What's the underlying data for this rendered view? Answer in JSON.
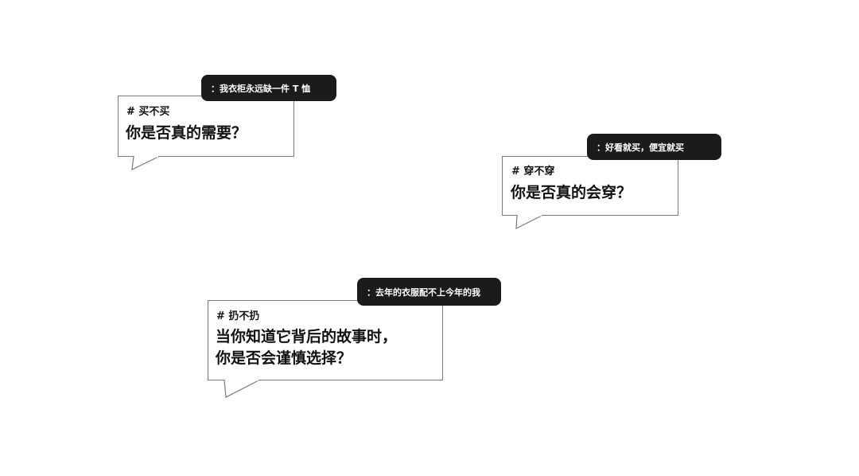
{
  "cards": [
    {
      "tag": "# 买不买",
      "question_lines": [
        "你是否真的需要？"
      ],
      "note": "：我衣柜永远缺一件 T 恤"
    },
    {
      "tag": "# 穿不穿",
      "question_lines": [
        "你是否真的会穿？"
      ],
      "note": "：好看就买，便宜就买"
    },
    {
      "tag": "# 扔不扔",
      "question_lines": [
        "当你知道它背后的故事时，",
        "你是否会谨慎选择？"
      ],
      "note": "：去年的衣服配不上今年的我"
    }
  ],
  "colors": {
    "background": "#ffffff",
    "bubble_border": "#7a7a7a",
    "pill_background": "#1b1b1b",
    "pill_text": "#ffffff",
    "text": "#111111"
  }
}
